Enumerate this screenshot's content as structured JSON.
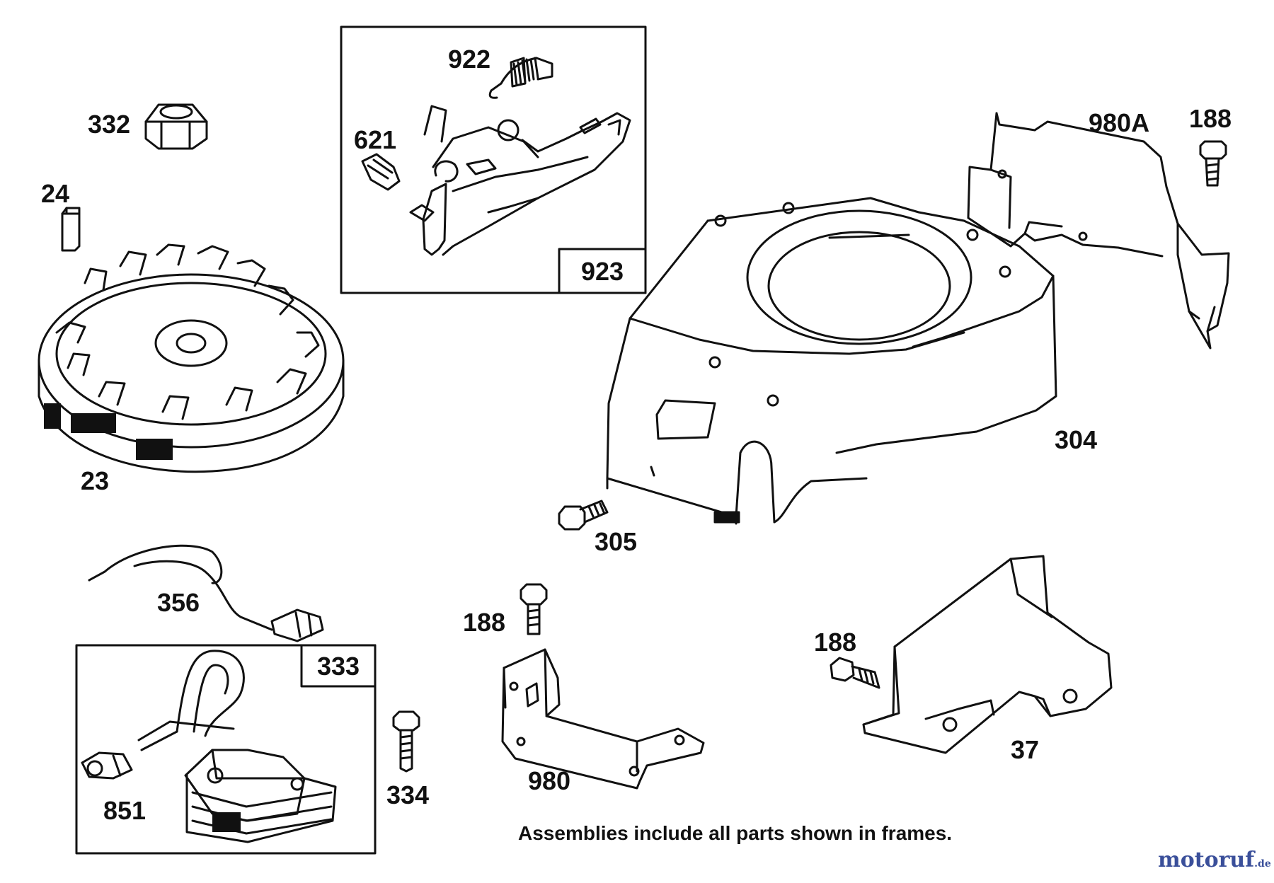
{
  "labels": {
    "p922": "922",
    "p621": "621",
    "p923": "923",
    "p332": "332",
    "p24": "24",
    "p23": "23",
    "p980A": "980A",
    "p188_top": "188",
    "p304": "304",
    "p305": "305",
    "p356": "356",
    "p333": "333",
    "p851": "851",
    "p334": "334",
    "p188_mid": "188",
    "p980": "980",
    "p188_right": "188",
    "p37": "37"
  },
  "note": "Assemblies include all parts shown in frames.",
  "watermark": {
    "main": "motoruf",
    "suffix": ".de",
    "color": "#3a4f9a"
  }
}
